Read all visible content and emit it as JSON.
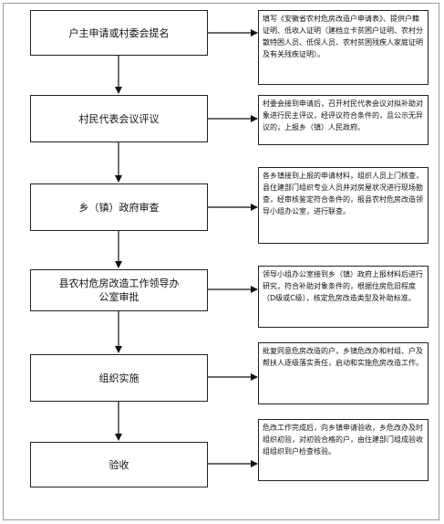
{
  "steps": [
    {
      "label": "户主申请或村委会提名",
      "note": "填写《安徽省农村危房改造户申请表》、提供户籍证明、低收入证明（建档立卡贫困户证明、农村分散特困人员、低保人员、农村贫困残疾人家庭证明及有关残疾证明）。"
    },
    {
      "label": "村民代表会议评议",
      "note": "村委会接到申请后，召开村民代表会议对拟补助对象进行民主评议，经评议符合条件的，且公示无异议的，上报乡（镇）人民政府。"
    },
    {
      "label": "乡（镇）政府审查",
      "note": "各乡镇接到上报的申请材料，组织人员上门核查，县住建部门组织专业人员并对房屋状况进行现场勘查，经审核鉴定符合条件的，报县农村危房改造领导小组办公室，进行联查。"
    },
    {
      "label": "县农村危房改造工作领导办公室审批",
      "note": "领导小组办公室接到乡（镇）政府上报材料后进行研究，符合补助对象条件的，根据住房危旧程度（D级或C级），核定危房改造类型及补助标准。"
    },
    {
      "label": "组织实施",
      "note": "批复同意危房改造的户，乡镇危改办和村组、户及帮扶人逐级落实责任，启动和实施危房改造工作。"
    },
    {
      "label": "验收",
      "note": "危改工作完成后，向乡镇申请验收，乡危改办及时组织初验，对初验合格的户，由住建部门组成验收组组织到户检查核验。"
    }
  ]
}
